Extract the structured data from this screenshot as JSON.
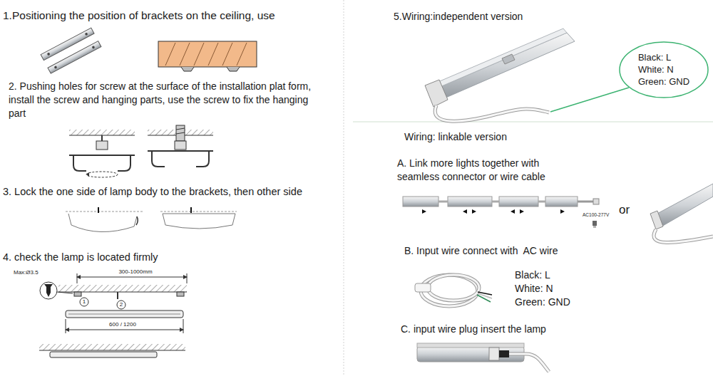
{
  "diagram": {
    "nodes": [
      {
        "text": [
          "Black: L",
          "White: N",
          "Green: GND"
        ]
      }
    ],
    "labels": [
      "1.Positioning the position of brackets on the ceiling, use",
      "2. Pushing holes for screw at the surface of the installation plat form, install the screw and hanging parts, use the screw to fix the hanging part",
      "3. Lock the one side of lamp body to the brackets, then other side",
      "4. check the lamp is located firmly",
      "Max:Ø3.5",
      "300-1000mm",
      "1",
      "2",
      "600 / 1200",
      "5.Wiring:independent version",
      "Wiring: linkable version",
      "A. Link more lights together with seamless connector or wire cable",
      "AC100-277V",
      "or",
      "B. Input wire connect with  AC wire",
      "Black: L",
      "White: N",
      "Green: GND",
      "C. input wire plug insert the lamp"
    ]
  }
}
